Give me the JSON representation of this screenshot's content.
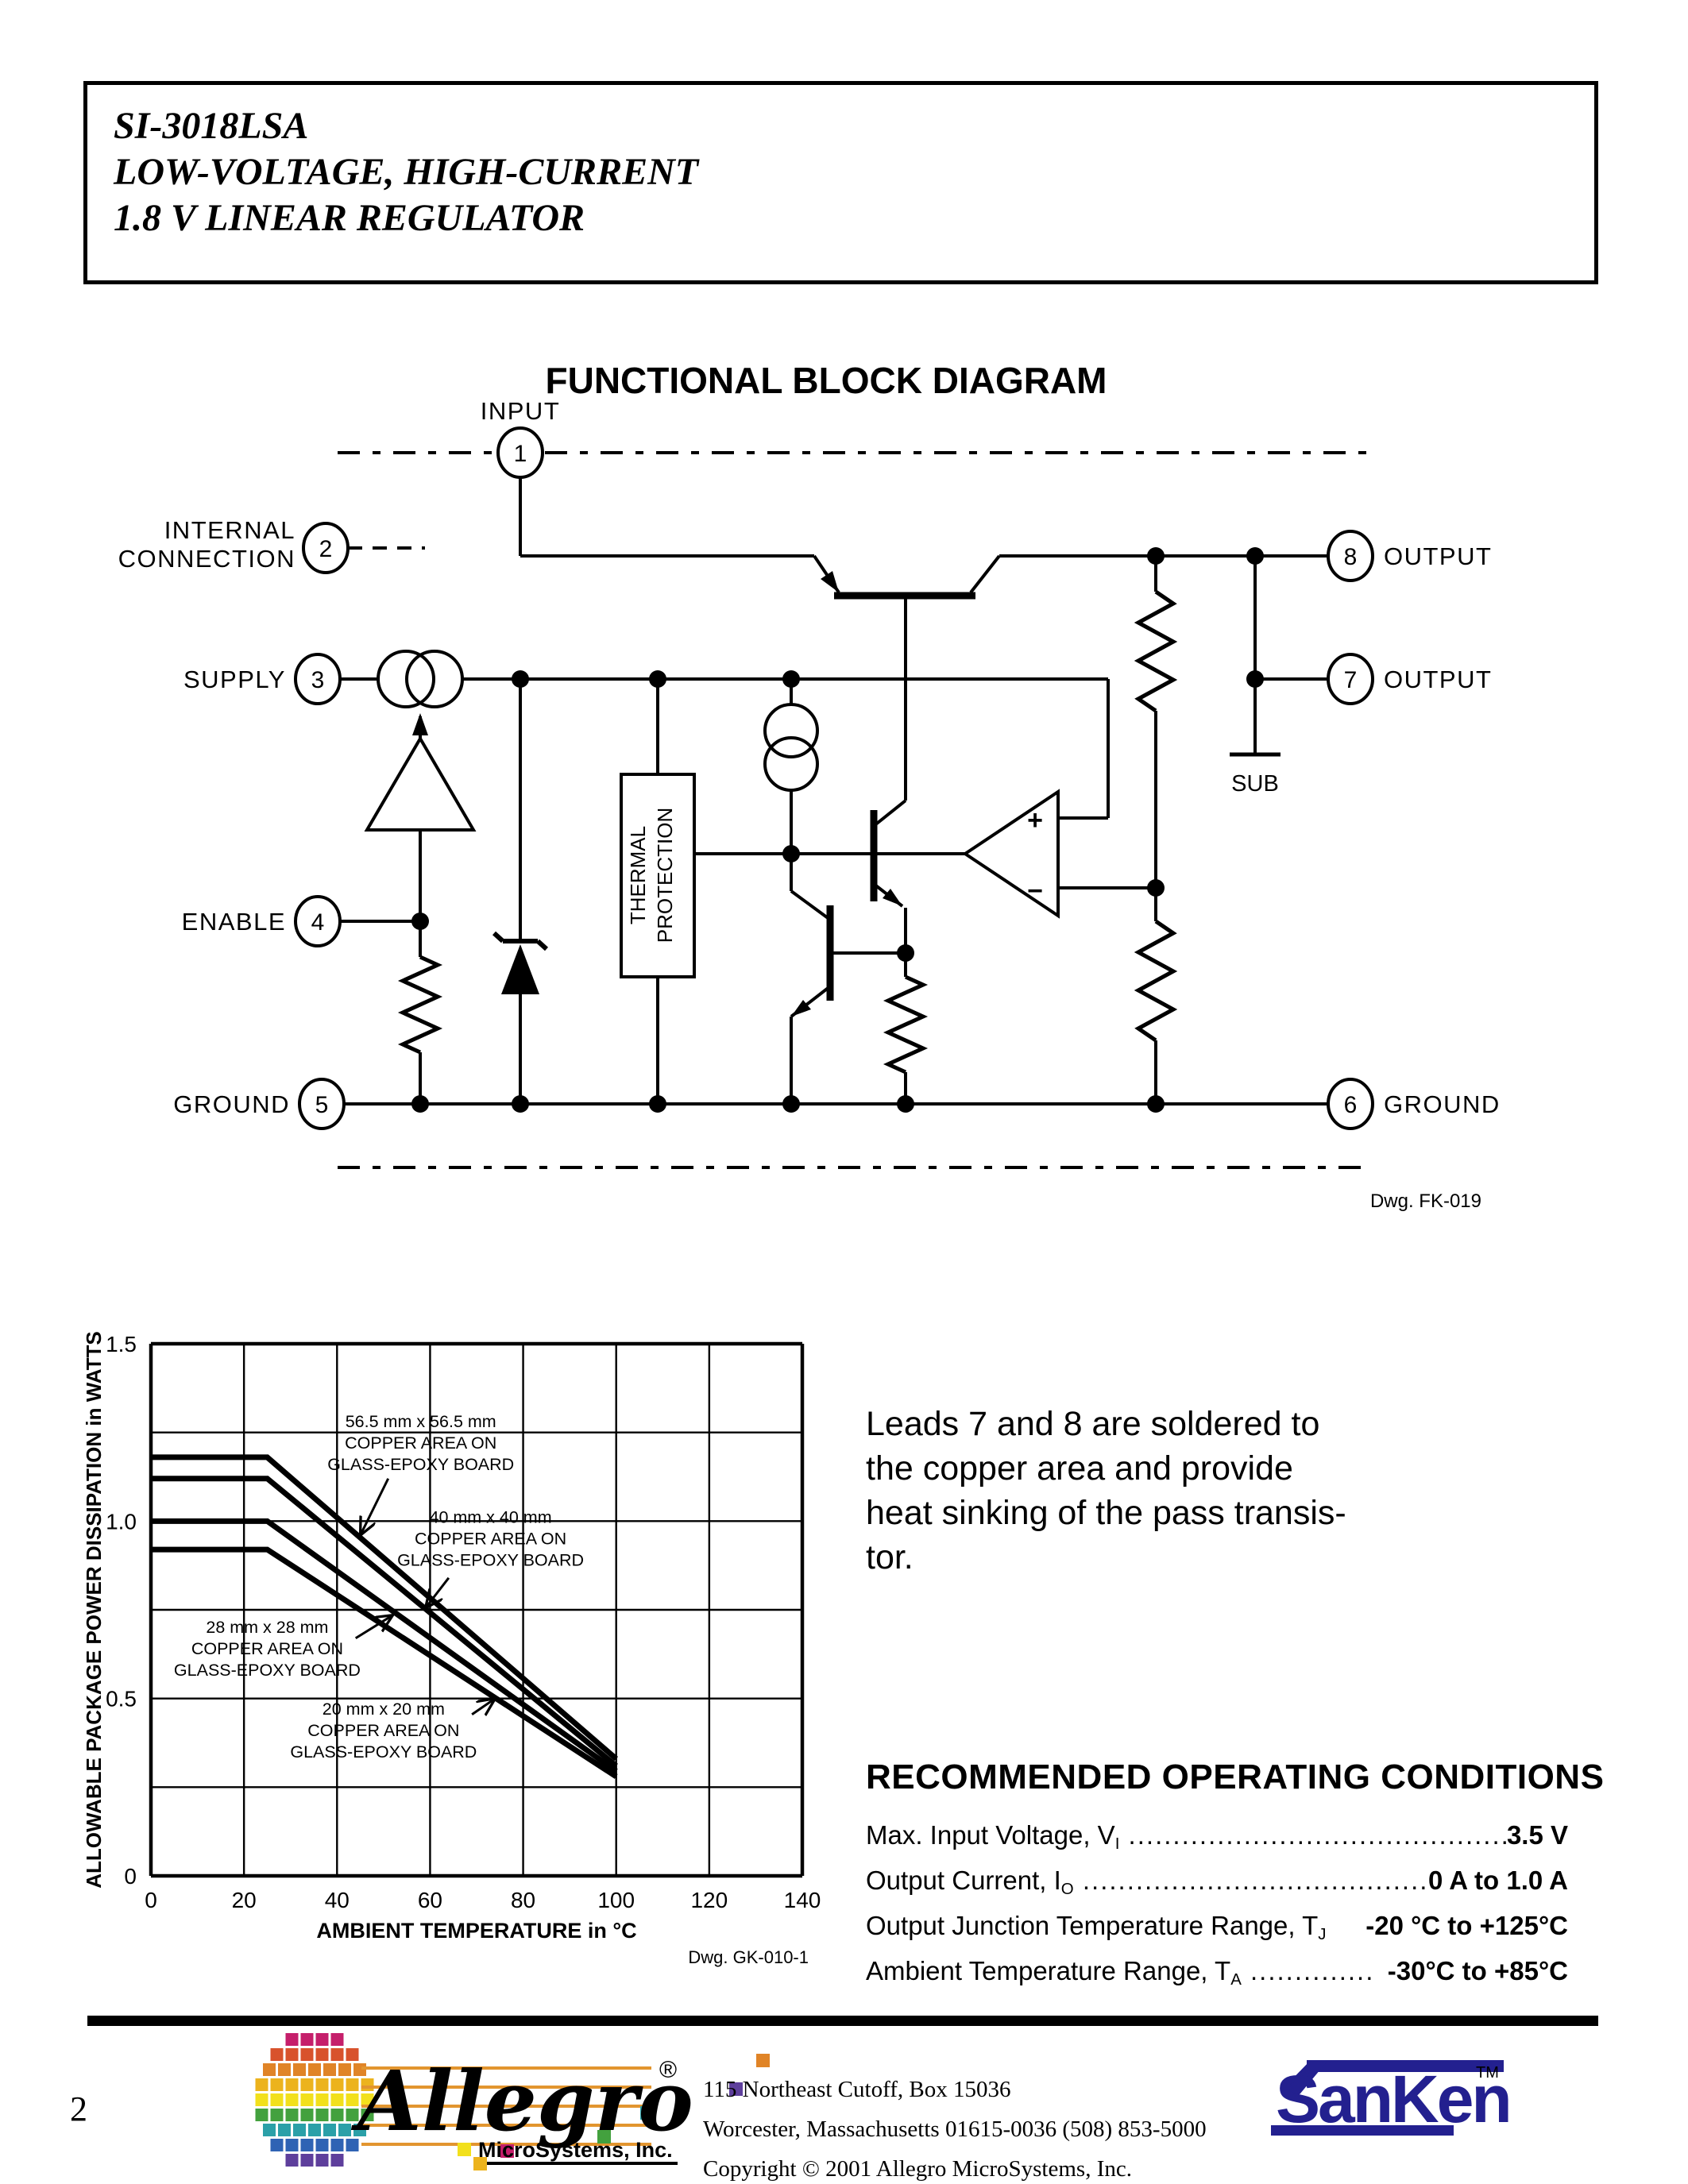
{
  "header": {
    "lines": [
      "SI-3018LSA",
      "LOW-VOLTAGE, HIGH-CURRENT",
      "1.8 V LINEAR REGULATOR"
    ]
  },
  "diagram": {
    "title": "FUNCTIONAL BLOCK DIAGRAM",
    "drawing_number": "Dwg. FK-019",
    "pins": [
      {
        "num": "1",
        "label": "INPUT"
      },
      {
        "num": "2",
        "label1": "INTERNAL",
        "label2": "CONNECTION"
      },
      {
        "num": "3",
        "label": "SUPPLY"
      },
      {
        "num": "4",
        "label": "ENABLE"
      },
      {
        "num": "5",
        "label": "GROUND"
      },
      {
        "num": "6",
        "label": "GROUND"
      },
      {
        "num": "7",
        "label": "OUTPUT"
      },
      {
        "num": "8",
        "label": "OUTPUT"
      }
    ],
    "blocks": {
      "thermal1": "THERMAL",
      "thermal2": "PROTECTION",
      "sub": "SUB",
      "opamp_plus": "+",
      "opamp_minus": "−"
    }
  },
  "chart_data": {
    "type": "line",
    "title": "",
    "xlabel": "AMBIENT TEMPERATURE in °C",
    "ylabel": "ALLOWABLE PACKAGE POWER DISSIPATION in WATTS",
    "drawing_number": "Dwg. GK-010-1",
    "xlim": [
      0,
      140
    ],
    "ylim": [
      0,
      1.5
    ],
    "x_grid_step": 20,
    "y_grid_step": 0.25,
    "x_ticks": [
      0,
      20,
      40,
      60,
      80,
      100,
      120,
      140
    ],
    "y_ticks": [
      1.5,
      1.0,
      0.5,
      0
    ],
    "y_tick_labels": [
      "1.5",
      "1.0",
      "0.5",
      "0"
    ],
    "grid": true,
    "series": [
      {
        "name": "56.5 mm x 56.5 mm copper area on glass-epoxy board",
        "points": [
          [
            0,
            1.18
          ],
          [
            25,
            1.18
          ],
          [
            100,
            0.33
          ]
        ]
      },
      {
        "name": "40 mm x 40 mm copper area on glass-epoxy board",
        "points": [
          [
            0,
            1.12
          ],
          [
            25,
            1.12
          ],
          [
            100,
            0.31
          ]
        ]
      },
      {
        "name": "28 mm x 28 mm copper area on glass-epoxy board",
        "points": [
          [
            0,
            1.0
          ],
          [
            25,
            1.0
          ],
          [
            100,
            0.295
          ]
        ]
      },
      {
        "name": "20 mm x 20 mm copper area on glass-epoxy board",
        "points": [
          [
            0,
            0.92
          ],
          [
            25,
            0.92
          ],
          [
            100,
            0.28
          ]
        ]
      }
    ],
    "annotations": [
      {
        "lines": [
          "56.5 mm x 56.5 mm",
          "COPPER AREA ON",
          "GLASS-EPOXY BOARD"
        ],
        "at": [
          58,
          1.22
        ],
        "arrow": [
          [
            51,
            1.12
          ],
          [
            45,
            0.96
          ]
        ]
      },
      {
        "lines": [
          "40 mm x 40 mm",
          "COPPER AREA ON",
          "GLASS-EPOXY BOARD"
        ],
        "at": [
          73,
          0.95
        ],
        "arrow": [
          [
            64,
            0.84
          ],
          [
            59,
            0.755
          ]
        ]
      },
      {
        "lines": [
          "28 mm x 28 mm",
          "COPPER AREA ON",
          "GLASS-EPOXY BOARD"
        ],
        "at": [
          25,
          0.64
        ],
        "arrow": [
          [
            44,
            0.67
          ],
          [
            52,
            0.735
          ]
        ]
      },
      {
        "lines": [
          "20 mm x 20 mm",
          "COPPER AREA ON",
          "GLASS-EPOXY BOARD"
        ],
        "at": [
          50,
          0.41
        ],
        "arrow": [
          [
            69,
            0.455
          ],
          [
            74,
            0.5
          ]
        ]
      }
    ]
  },
  "note": {
    "lines": [
      "Leads 7 and 8 are soldered to",
      "the copper area and provide",
      "heat sinking of the pass transis-",
      "tor."
    ]
  },
  "conditions": {
    "heading": "RECOMMENDED OPERATING CONDITIONS",
    "rows": [
      {
        "label": "Max. Input Voltage, V",
        "sub": "I",
        "dots": " ................................................",
        "value": "3.5 V"
      },
      {
        "label": "Output Current, I",
        "sub": "O",
        "dots": " .........................................",
        "value": "0 A to 1.0 A"
      },
      {
        "label": "Output Junction Temperature Range, T",
        "sub": "J",
        "dots": "",
        "value": "-20 °C to +125°C"
      },
      {
        "label": "Ambient Temperature Range, T",
        "sub": "A",
        "dots": " ..............",
        "value": "-30°C to +85°C"
      }
    ]
  },
  "footer": {
    "page_number": "2",
    "allegro": {
      "name": "Allegro",
      "reg": "®",
      "sub": "MicroSystems, Inc.",
      "staff_color": "#e2952f",
      "colors": [
        "#c51f6b",
        "#d8522c",
        "#e08427",
        "#ecb31d",
        "#f2e01c",
        "#43a13e",
        "#2ba0a8",
        "#2f63b4",
        "#5e3f9c"
      ]
    },
    "address": [
      "115 Northeast Cutoff, Box 15036",
      "Worcester, Massachusetts 01615-0036  (508) 853-5000",
      "Copyright © 2001 Allegro MicroSystems, Inc."
    ],
    "sanken": {
      "name": "SanKen",
      "tm": "TM",
      "color": "#23208f"
    }
  }
}
